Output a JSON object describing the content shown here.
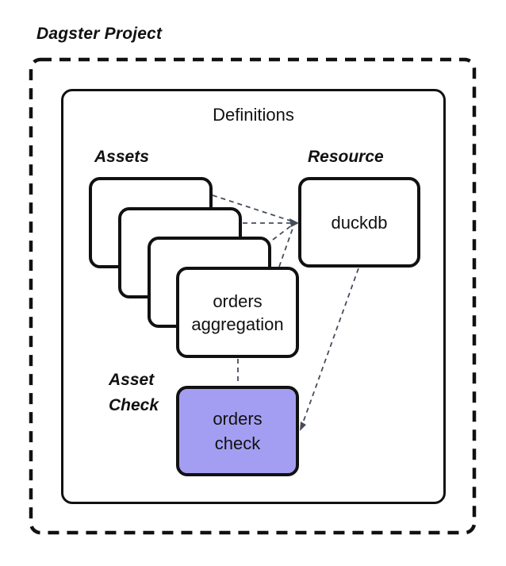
{
  "diagram": {
    "title": "Dagster Project",
    "definitions_label": "Definitions",
    "labels": {
      "assets": "Assets",
      "resource": "Resource",
      "asset_check_line1": "Asset",
      "asset_check_line2": "Check"
    },
    "nodes": {
      "orders_aggregation": {
        "line1": "orders",
        "line2": "aggregation"
      },
      "duckdb": {
        "label": "duckdb"
      },
      "orders_check": {
        "line1": "orders",
        "line2": "check"
      }
    },
    "edges": [
      {
        "from": "asset-card-1",
        "to": "duckdb",
        "style": "dashed"
      },
      {
        "from": "asset-card-2",
        "to": "duckdb",
        "style": "dashed"
      },
      {
        "from": "asset-card-3",
        "to": "duckdb",
        "style": "dashed"
      },
      {
        "from": "orders_aggregation",
        "to": "duckdb",
        "style": "dashed-arrow"
      },
      {
        "from": "duckdb",
        "to": "orders_check",
        "style": "dashed-arrow"
      },
      {
        "from": "orders_aggregation",
        "to": "orders_check",
        "style": "dashed"
      }
    ],
    "colors": {
      "background": "#ffffff",
      "box_border": "#111111",
      "outer_dashed_border": "#111111",
      "connector": "#454d5b",
      "asset_check_fill": "#a49ef2",
      "text": "#111111"
    }
  }
}
